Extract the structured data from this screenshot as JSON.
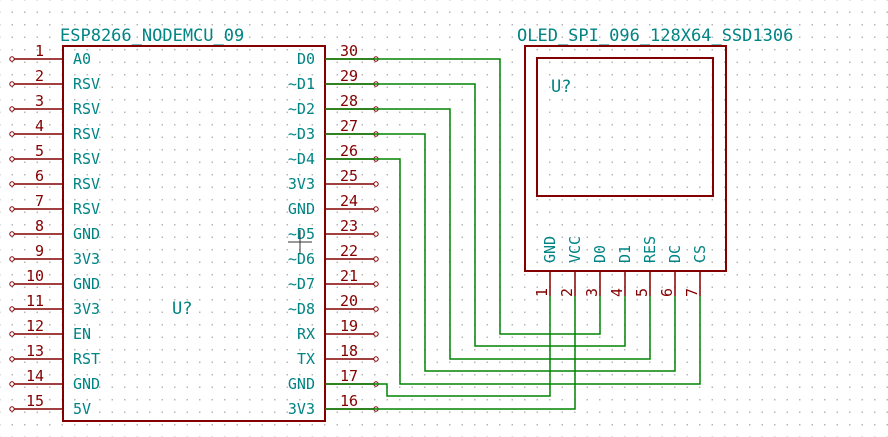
{
  "nodemcu": {
    "title": "ESP8266_NODEMCU_09",
    "ref": "U?",
    "left_pins": [
      {
        "num": "1",
        "name": "A0"
      },
      {
        "num": "2",
        "name": "RSV"
      },
      {
        "num": "3",
        "name": "RSV"
      },
      {
        "num": "4",
        "name": "RSV"
      },
      {
        "num": "5",
        "name": "RSV"
      },
      {
        "num": "6",
        "name": "RSV"
      },
      {
        "num": "7",
        "name": "RSV"
      },
      {
        "num": "8",
        "name": "GND"
      },
      {
        "num": "9",
        "name": "3V3"
      },
      {
        "num": "10",
        "name": "GND"
      },
      {
        "num": "11",
        "name": "3V3"
      },
      {
        "num": "12",
        "name": "EN"
      },
      {
        "num": "13",
        "name": "RST"
      },
      {
        "num": "14",
        "name": "GND"
      },
      {
        "num": "15",
        "name": "5V"
      }
    ],
    "right_pins": [
      {
        "num": "30",
        "name": "D0"
      },
      {
        "num": "29",
        "name": "~D1"
      },
      {
        "num": "28",
        "name": "~D2"
      },
      {
        "num": "27",
        "name": "~D3"
      },
      {
        "num": "26",
        "name": "~D4"
      },
      {
        "num": "25",
        "name": "3V3"
      },
      {
        "num": "24",
        "name": "GND"
      },
      {
        "num": "23",
        "name": "~D5"
      },
      {
        "num": "22",
        "name": "~D6"
      },
      {
        "num": "21",
        "name": "~D7"
      },
      {
        "num": "20",
        "name": "~D8"
      },
      {
        "num": "19",
        "name": "RX"
      },
      {
        "num": "18",
        "name": "TX"
      },
      {
        "num": "17",
        "name": "GND"
      },
      {
        "num": "16",
        "name": "3V3"
      }
    ]
  },
  "oled": {
    "title": "OLED_SPI_096_128X64_SSD1306",
    "ref": "U?",
    "pins": [
      {
        "num": "1",
        "name": "GND"
      },
      {
        "num": "2",
        "name": "VCC"
      },
      {
        "num": "3",
        "name": "D0"
      },
      {
        "num": "4",
        "name": "D1"
      },
      {
        "num": "5",
        "name": "RES"
      },
      {
        "num": "6",
        "name": "DC"
      },
      {
        "num": "7",
        "name": "CS"
      }
    ]
  },
  "colors": {
    "component": "#840000",
    "label": "#008484",
    "wire": "#008400",
    "grid_dot": "#b4b4b4"
  }
}
